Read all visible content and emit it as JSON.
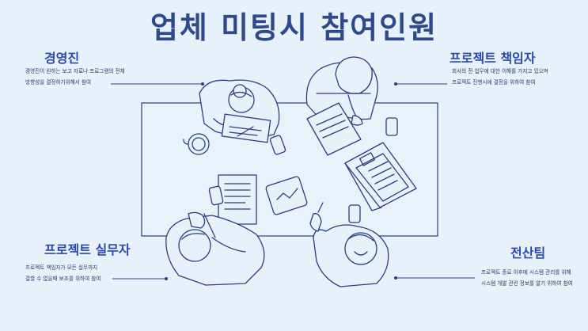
{
  "title": "업체 미팅시 참여인원",
  "roles": {
    "executive": {
      "title": "경영진",
      "desc": [
        "경영진이 원하는 보고 자료나 프로그램의 전체",
        "방향성을 결정하기위해서 참여"
      ]
    },
    "pm": {
      "title": "프로젝트 책임자",
      "desc": [
        "회사의 전 업무에 대한 이해를 가지고 있으며",
        "프로젝트 진행시에 결정을 위하여 참여"
      ]
    },
    "practitioner": {
      "title": "프로젝트 실무자",
      "desc": [
        "프로젝트 책임자가 모든 실무까지",
        "결할 수 없을때 보조를 위하여 참여"
      ]
    },
    "it": {
      "title": "전산팀",
      "desc": [
        "프로젝트 종료 이후에 시스템 관리를 위해",
        "시스템 개발 관련 정보를 알기 위하여 참여"
      ]
    }
  },
  "colors": {
    "title": "#2e4a8a",
    "role_title": "#2a4ab0",
    "line": "#2a3f80",
    "background": "#e8f0fa"
  }
}
